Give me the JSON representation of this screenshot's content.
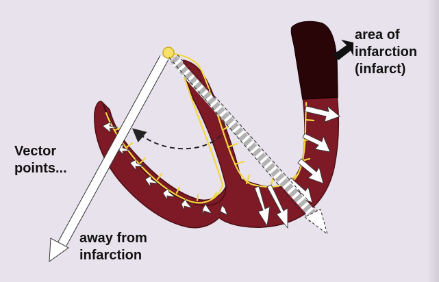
{
  "labels": {
    "infarct": "area of\ninfarction\n(infarct)",
    "vector": "Vector\npoints...",
    "away": "away from\ninfarction"
  },
  "colors": {
    "background": "#e8e2ec",
    "myocardium": "#7d1a25",
    "myocardium_outline": "#4a0d15",
    "infarct": "#2a0507",
    "conduction": "#f2d640",
    "arrows": "#ffffff",
    "pointer_arrow": "#111111"
  }
}
